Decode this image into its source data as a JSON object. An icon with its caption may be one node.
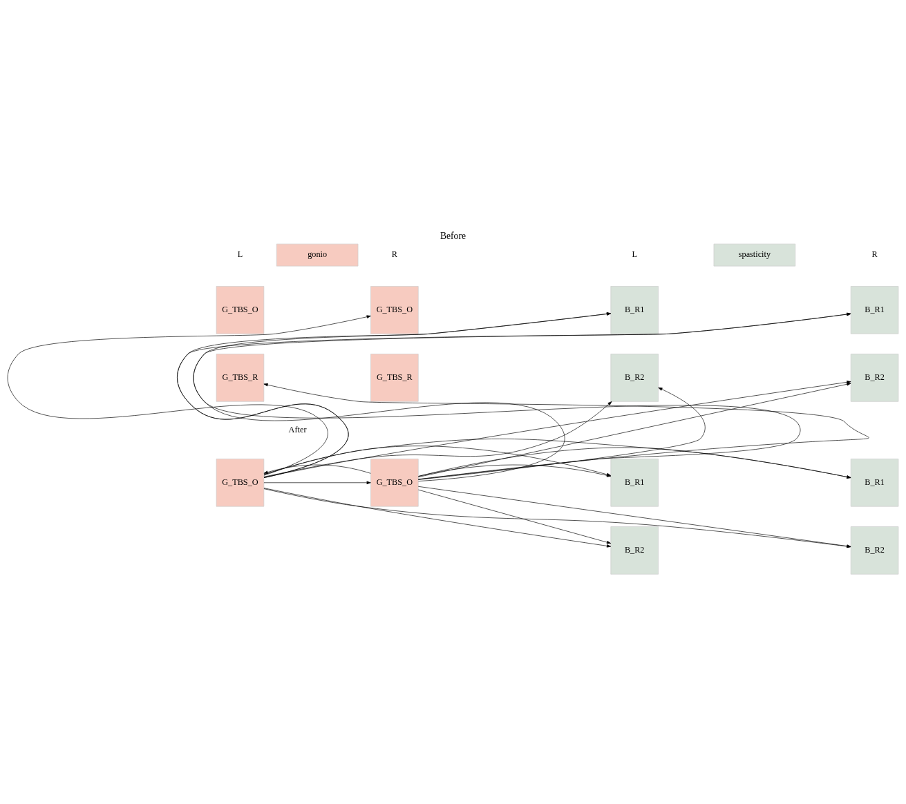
{
  "diagram": {
    "title": "Before",
    "nodes": [
      {
        "text": [
          "gonio"
        ]
      },
      {
        "text": [
          "spasticity"
        ]
      },
      {
        "text": [
          "G_TBS_O"
        ]
      },
      {
        "text": [
          "G_TBS_O"
        ]
      },
      {
        "text": [
          "B_R1"
        ]
      },
      {
        "text": [
          "B_R1"
        ]
      },
      {
        "text": [
          "G_TBS_R"
        ]
      },
      {
        "text": [
          "G_TBS_R"
        ]
      },
      {
        "text": [
          "B_R2"
        ]
      },
      {
        "text": [
          "B_R2"
        ]
      },
      {
        "text": [
          "G_TBS_O"
        ]
      },
      {
        "text": [
          "G_TBS_O"
        ]
      },
      {
        "text": [
          "B_R1"
        ]
      },
      {
        "text": [
          "B_R1"
        ]
      },
      {
        "text": [
          "B_R2"
        ]
      },
      {
        "text": [
          "B_R2"
        ]
      }
    ],
    "edges": [
      {
        "from": 10,
        "to": 3,
        "arrow": "to"
      },
      {
        "from": 10,
        "to": 4,
        "arrow": "to"
      },
      {
        "from": 10,
        "to": 5,
        "arrow": "to"
      },
      {
        "from": 10,
        "to": 8,
        "arrow": "to"
      },
      {
        "from": 10,
        "to": 9,
        "arrow": "to"
      },
      {
        "from": 10,
        "to": 14,
        "arrow": "to"
      },
      {
        "from": 10,
        "to": 15,
        "arrow": "to"
      },
      {
        "from": 11,
        "to": 6,
        "arrow": "to"
      },
      {
        "from": 11,
        "to": 8,
        "arrow": "to"
      },
      {
        "from": 11,
        "to": 9,
        "arrow": "to"
      },
      {
        "from": 11,
        "to": 4,
        "arrow": "to"
      },
      {
        "from": 11,
        "to": 5,
        "arrow": "to"
      },
      {
        "from": 10,
        "to": 12,
        "arrow": "to"
      },
      {
        "from": 10,
        "to": 13,
        "arrow": "to"
      },
      {
        "from": 10,
        "to": 11,
        "arrow": "to"
      },
      {
        "from": 11,
        "to": 10,
        "arrow": "to"
      },
      {
        "from": 11,
        "to": 12,
        "arrow": "to"
      },
      {
        "from": 11,
        "to": 14,
        "arrow": "to"
      },
      {
        "from": 11,
        "to": 13,
        "arrow": "to"
      },
      {
        "from": 11,
        "to": 15,
        "arrow": "to"
      }
    ],
    "labels": [
      "L",
      "R",
      "L",
      "R",
      "After"
    ]
  }
}
